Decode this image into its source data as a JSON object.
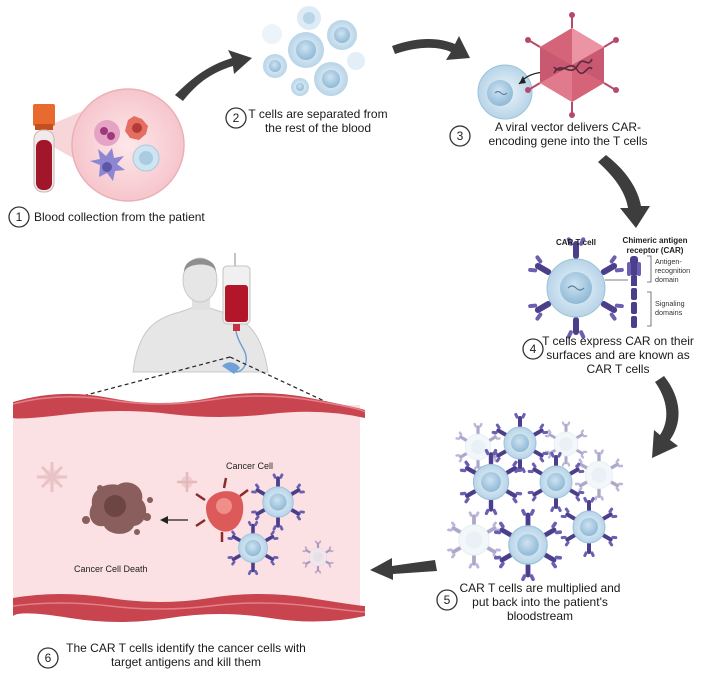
{
  "steps": [
    {
      "number": "1",
      "caption": "Blood collection from the patient"
    },
    {
      "number": "2",
      "caption_line1": "T cells are separated from",
      "caption_line2": "the rest of the blood"
    },
    {
      "number": "3",
      "caption_line1": "A viral vector delivers CAR-",
      "caption_line2": "encoding gene into the T cells"
    },
    {
      "number": "4",
      "caption_line1": "T cells express CAR on their",
      "caption_line2": "surfaces and are known as",
      "caption_line3": "CAR T cells"
    },
    {
      "number": "5",
      "caption_line1": "CAR T cells are multiplied and",
      "caption_line2": "put back into the patient's",
      "caption_line3": "bloodstream"
    },
    {
      "number": "6",
      "caption_line1": "The CAR T cells identify the cancer cells with",
      "caption_line2": "target antigens and kill them"
    }
  ],
  "car_diagram": {
    "cell_label": "CAR T cell",
    "receptor_label_line1": "Chimeric antigen",
    "receptor_label_line2": "receptor (CAR)",
    "domain1_line1": "Antigen-",
    "domain1_line2": "recognition",
    "domain1_line3": "domain",
    "domain2_line1": "Signaling",
    "domain2_line2": "domains"
  },
  "vessel": {
    "cancer_cell_label": "Cancer Cell",
    "cancer_death_label": "Cancer Cell Death"
  },
  "colors": {
    "vessel_fill": "#fbe1e3",
    "vessel_wall": "#c8454f",
    "car_receptor": "#4b3f8c",
    "t_cell": "#bcd8ea",
    "cancer": "#dc5a5a",
    "dead_cancer": "#8a5e5c",
    "arrow": "#3a3a3a"
  }
}
